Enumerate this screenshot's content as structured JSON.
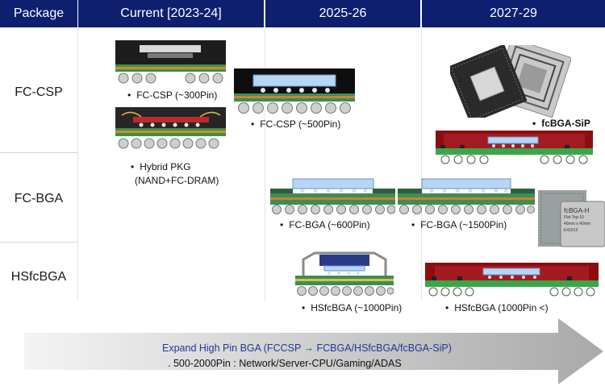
{
  "header": {
    "package": "Package",
    "current": "Current [2023-24]",
    "y2025": "2025-26",
    "y2027": "2027-29"
  },
  "rows": {
    "fccsp": "FC-CSP",
    "fcbga": "FC-BGA",
    "hsfcbga": "HSfcBGA"
  },
  "captions": {
    "fccsp300": "FC-CSP (~300Pin)",
    "hybrid_line1": "Hybrid PKG",
    "hybrid_line2": "(NAND+FC-DRAM)",
    "fccsp500": "FC-CSP (~500Pin)",
    "fcbgasip": "fcBGA-SiP",
    "fcbga600": "FC-BGA (~600Pin)",
    "fcbga1500": "FC-BGA (~1500Pin)",
    "hsfc1000": "HSfcBGA (~1000Pin)",
    "hsfc1000plus": "HSfcBGA (1000Pin <)"
  },
  "bullet": "•",
  "chip_marking": {
    "line1": "fcBGA-H",
    "line2": "Flat Top-10",
    "line3": "40mm x 40mm",
    "line4": "E41613"
  },
  "arrow": {
    "line1": "Expand High Pin BGA (FCCSP → FCBGA/HSfcBGA/fcBGA-SiP)",
    "line2": ". 500-2000Pin : Network/Server-CPU/Gaming/ADAS"
  },
  "colors": {
    "header_bg": "#0d1f6e",
    "arrow_text": "#1f3a93",
    "substrate_green": "#2e8b57",
    "die_blue": "#a8c8f0",
    "solder": "#c9c9c9",
    "sip_red": "#8b0d12"
  },
  "icons": [
    "package-cross-section-icon",
    "bga-chip-photo-icon",
    "solder-ball-icon"
  ]
}
